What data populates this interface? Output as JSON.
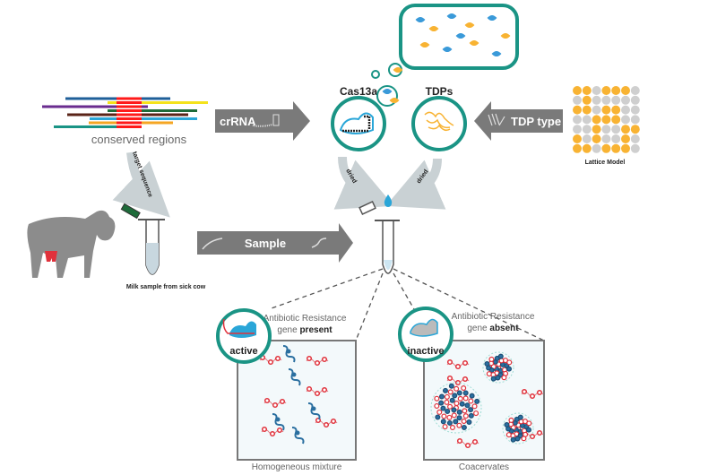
{
  "labels": {
    "conserved_regions": "conserved regions",
    "target_sequence": "target sequence",
    "crrna": "crRNA",
    "cas13a": "Cas13a",
    "tdps": "TDPs",
    "tdp_type": "TDP type",
    "lattice_model": "Lattice Model",
    "dried_left": "dried",
    "dried_right": "dried",
    "sample": "Sample",
    "milk_sample": "Milk sample from sick cow",
    "left_panel": {
      "line1": "Antibiotic Resistance",
      "line2_prefix": "gene ",
      "line2_bold": "present",
      "badge": "active",
      "caption": "Homogeneous mixture"
    },
    "right_panel": {
      "line1": "Antibiotic Resistance",
      "line2_prefix": "gene ",
      "line2_bold": "absent",
      "badge": "inactive",
      "caption": "Coacervates"
    }
  },
  "colors": {
    "teal": "#1a9485",
    "arrow_gray": "#7a7a7a",
    "light_arrow": "#c9d1d4",
    "orange": "#f8b333",
    "lattice_gray": "#cfcfcf",
    "red": "#e0313b",
    "blue": "#2a6fa0",
    "panel_bg": "#f3f9fb"
  },
  "sequences": [
    {
      "color": "#1f5f99"
    },
    {
      "color": "#f4e21c"
    },
    {
      "color": "#6a2c8f"
    },
    {
      "color": "#1e6b3a"
    },
    {
      "color": "#5a2418"
    },
    {
      "color": "#2aa6d8"
    },
    {
      "color": "#f5a623"
    },
    {
      "color": "#1a9485"
    }
  ],
  "lattice": [
    [
      1,
      1,
      0,
      1,
      1,
      1,
      0
    ],
    [
      0,
      1,
      0,
      0,
      0,
      0,
      0
    ],
    [
      1,
      1,
      0,
      1,
      1,
      0,
      0
    ],
    [
      0,
      0,
      1,
      1,
      1,
      0,
      0
    ],
    [
      0,
      0,
      1,
      0,
      0,
      1,
      1
    ],
    [
      1,
      0,
      1,
      0,
      0,
      1,
      0
    ],
    [
      1,
      1,
      0,
      1,
      1,
      1,
      0
    ]
  ]
}
